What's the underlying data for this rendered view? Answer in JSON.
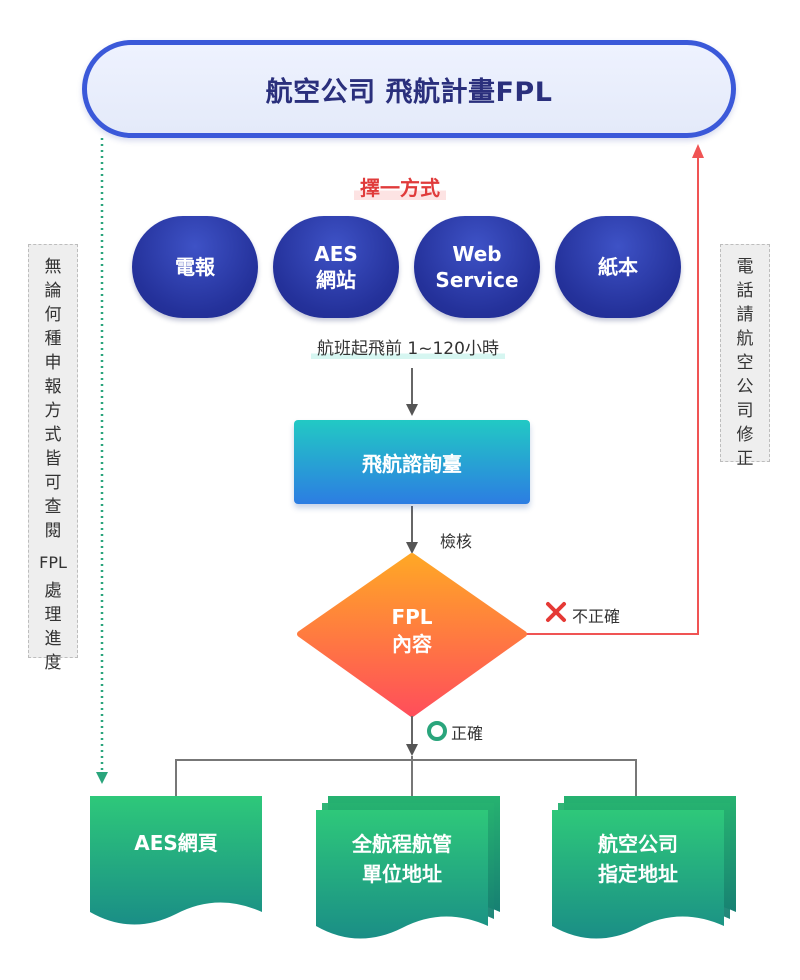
{
  "title": "航空公司 飛航計畫FPL",
  "choose_label": "擇一方式",
  "methods": [
    {
      "line1": "電報",
      "line2": ""
    },
    {
      "line1": "AES",
      "line2": "網站"
    },
    {
      "line1": "Web",
      "line2": "Service"
    },
    {
      "line1": "紙本",
      "line2": ""
    }
  ],
  "flight_window": "航班起飛前 1~120小時",
  "center_box": "飛航諮詢臺",
  "check_label": "檢核",
  "decision": {
    "line1": "FPL",
    "line2": "內容"
  },
  "incorrect_label": "不正確",
  "correct_label": "正確",
  "left_note": {
    "chars1": "無論何種申報方式皆可查閱",
    "fpl": "FPL",
    "chars2": "處理進度"
  },
  "right_note": {
    "chars": "電話請航空公司修正"
  },
  "outputs": [
    {
      "line1": "AES網頁",
      "line2": ""
    },
    {
      "line1": "全航程航管",
      "line2": "單位地址"
    },
    {
      "line1": "航空公司",
      "line2": "指定地址"
    }
  ],
  "colors": {
    "navy": "#24319a",
    "red": "#e53935",
    "green": "#2aa57c",
    "gray_line": "#777777"
  }
}
